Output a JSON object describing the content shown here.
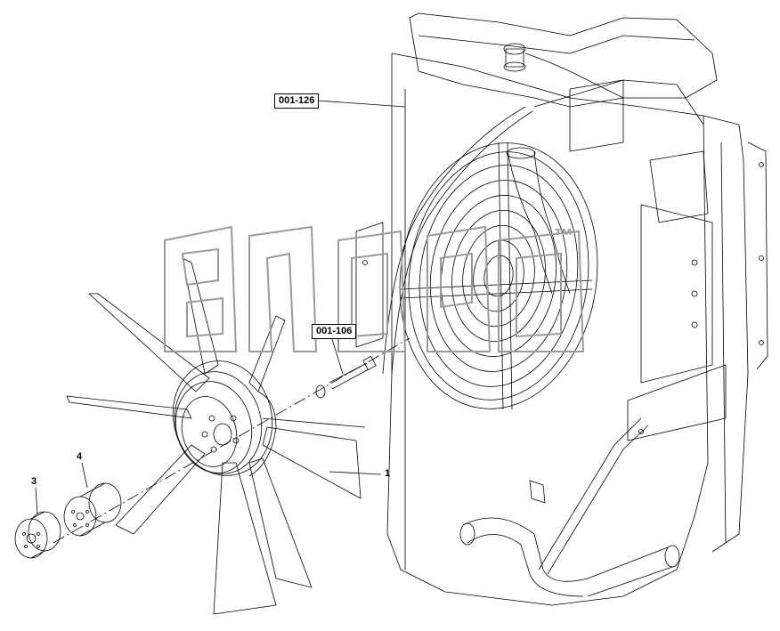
{
  "drawing": {
    "top_mark": "",
    "references": [
      {
        "id": "ref-001-126",
        "label": "001-126"
      },
      {
        "id": "ref-001-106",
        "label": "001-106"
      }
    ],
    "positions": [
      {
        "id": "pos-1",
        "label": "1"
      },
      {
        "id": "pos-3",
        "label": "3"
      },
      {
        "id": "pos-4",
        "label": "4"
      }
    ],
    "watermark": {
      "text": "элер",
      "trademark": "™"
    }
  },
  "colors": {
    "line": "#000000",
    "watermark": "#9a9a9a",
    "background": "#ffffff"
  }
}
